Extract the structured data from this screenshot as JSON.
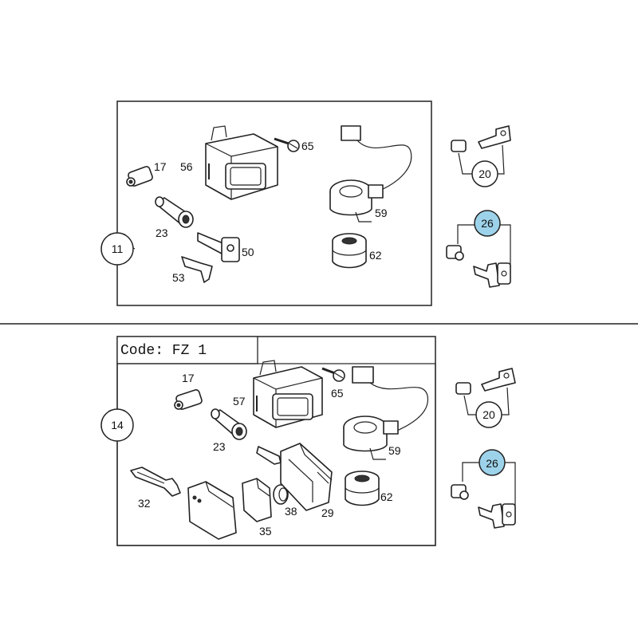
{
  "panel_top": {
    "group_label": "11",
    "parts": [
      "17",
      "56",
      "65",
      "23",
      "50",
      "53",
      "59",
      "62"
    ],
    "side_set_a": "20",
    "side_set_b": "26"
  },
  "panel_bottom": {
    "code_label": "Code: FZ 1",
    "group_label": "14",
    "parts": [
      "17",
      "57",
      "65",
      "23",
      "59",
      "32",
      "35",
      "38",
      "29",
      "62"
    ],
    "side_set_a": "20",
    "side_set_b": "26"
  },
  "colors": {
    "highlight": "#9dd3ea",
    "line": "#222222"
  }
}
